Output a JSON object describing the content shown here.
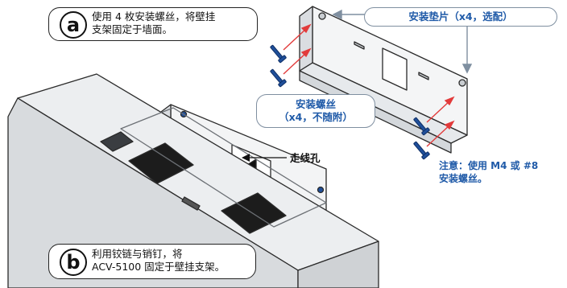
{
  "colors": {
    "accent_blue": "#1f5aa8",
    "arrow_red": "#e23b3b",
    "callout_border": "#7f8fa0",
    "bracket_fill": "#eef0f2",
    "line": "#2a2a2a"
  },
  "step_a": {
    "letter": "a",
    "line1": "使用 4 枚安装螺丝，将壁挂",
    "line2": "支架固定于墙面。"
  },
  "step_b": {
    "letter": "b",
    "line1": "利用铰链与销钉，将",
    "line2": "ACV-5100 固定于壁挂支架。"
  },
  "washer_callout": "安装垫片（x4，选配）",
  "screw_callout": {
    "line1": "安装螺丝",
    "line2": "（x4，不随附）"
  },
  "cable_hole_label": "走线孔",
  "note": {
    "line1": "注意：使用 M4 或 #8",
    "line2": "安装螺丝。"
  },
  "icons": [
    "mounting-screw-icon",
    "red-arrow-icon",
    "wall-bracket-icon",
    "soundbar-device-icon"
  ]
}
